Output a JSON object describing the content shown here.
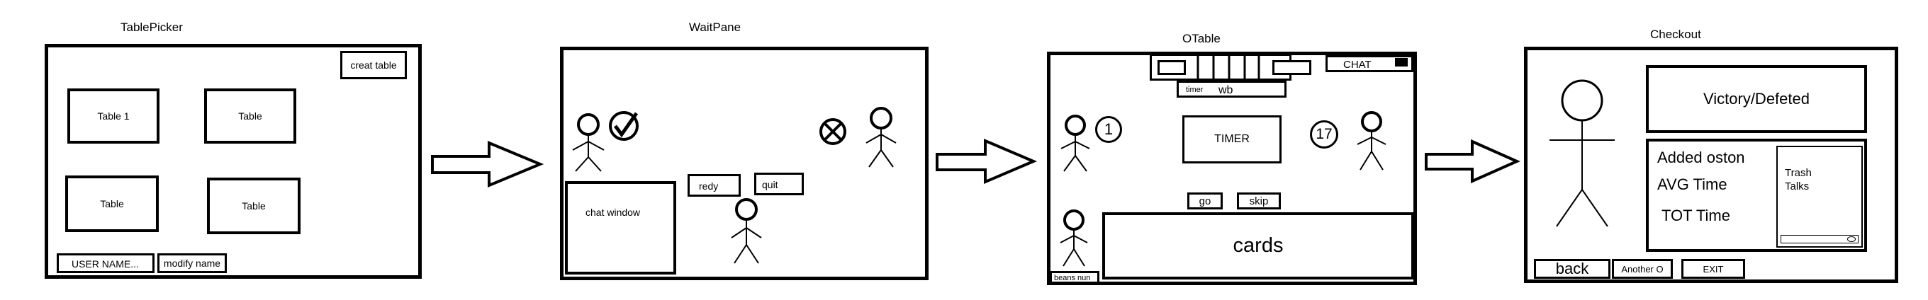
{
  "panels": {
    "table_picker": {
      "title": "TablePicker",
      "create_table_button": "creat table",
      "tables": [
        "Table 1",
        "Table",
        "Table",
        "Table"
      ],
      "username_input": "USER NAME...",
      "modify_name_button": "modify name"
    },
    "wait_pane": {
      "title": "WaitPane",
      "chat_window": "chat window",
      "ready_button": "redy",
      "quit_button": "quit"
    },
    "otable": {
      "title": "OTable",
      "chat_tab": "CHAT",
      "timer_small_label": "timer",
      "wb_label": "wb",
      "left_player_count": "1",
      "right_player_count": "17",
      "timer_box": "TIMER",
      "go_button": "go",
      "skip_button": "skip",
      "cards_area": "cards",
      "beans_label": "beans nun"
    },
    "checkout": {
      "title": "Checkout",
      "result_box": "Victory/Defeted",
      "stats": [
        "Added oston",
        "AVG Time",
        "TOT Time"
      ],
      "trash_talks": "Trash Talks",
      "back_button": "back",
      "another_button": "Another O",
      "exit_button": "EXIT"
    }
  }
}
